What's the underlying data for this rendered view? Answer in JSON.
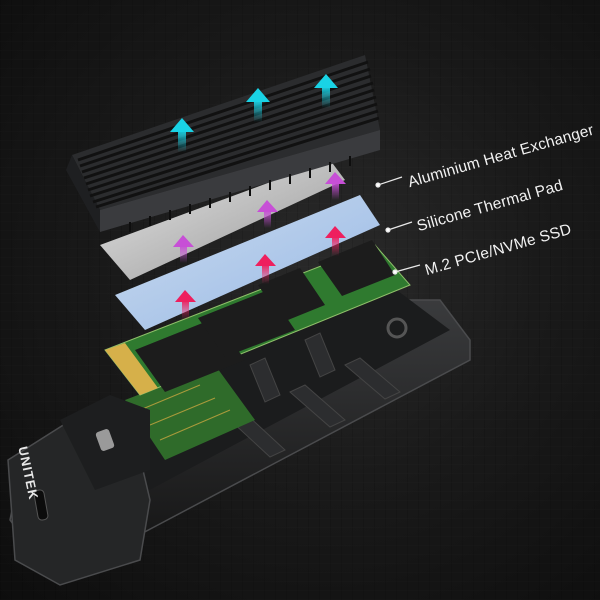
{
  "image": {
    "description": "Exploded view render of an M.2 NVMe SSD enclosure on dark textured background",
    "background_color": "#161616"
  },
  "callouts": [
    {
      "label": "Aluminium Heat Exchanger"
    },
    {
      "label": "Silicone Thermal Pad"
    },
    {
      "label": "M.2 PCIe/NVMe SSD"
    }
  ],
  "brand": {
    "logo_text": "UNITEK"
  },
  "colors": {
    "heatsink": "#2b2c2e",
    "thermal_pad": "#d8d8d8",
    "ssd_layer": "#b9d3f5",
    "pcb": "#2f6b2a",
    "enclosure": "#232425",
    "arrow_cool": "#19d3e6",
    "arrow_warm_pink": "#c74fd6",
    "arrow_hot": "#ee1f5e",
    "label_text": "#f2f2f2"
  }
}
